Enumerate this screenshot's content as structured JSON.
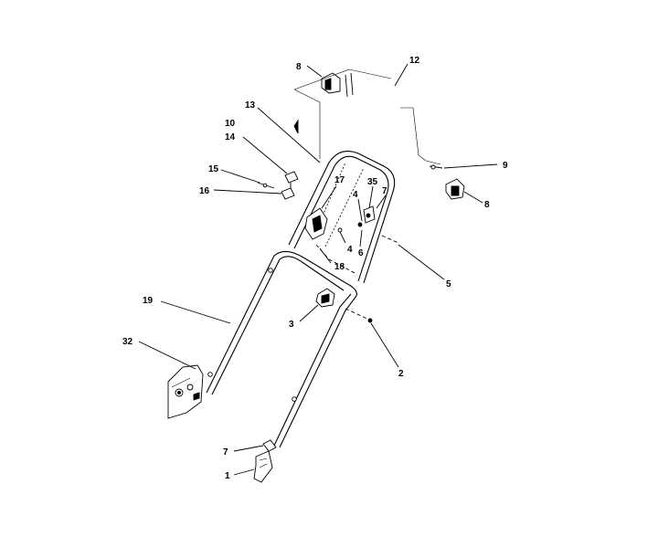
{
  "callouts": [
    {
      "id": "c8a",
      "text": "8"
    },
    {
      "id": "c12",
      "text": "12"
    },
    {
      "id": "c13",
      "text": "13"
    },
    {
      "id": "c10",
      "text": "10"
    },
    {
      "id": "c14",
      "text": "14"
    },
    {
      "id": "c15",
      "text": "15"
    },
    {
      "id": "c16",
      "text": "16"
    },
    {
      "id": "c17",
      "text": "17"
    },
    {
      "id": "c4",
      "text": "4"
    },
    {
      "id": "c35",
      "text": "35"
    },
    {
      "id": "c7a",
      "text": "7"
    },
    {
      "id": "c9",
      "text": "9"
    },
    {
      "id": "c8b",
      "text": "8"
    },
    {
      "id": "c4b",
      "text": "4"
    },
    {
      "id": "c6",
      "text": "6"
    },
    {
      "id": "c18",
      "text": "18"
    },
    {
      "id": "c5",
      "text": "5"
    },
    {
      "id": "c19",
      "text": "19"
    },
    {
      "id": "c3",
      "text": "3"
    },
    {
      "id": "c2",
      "text": "2"
    },
    {
      "id": "c32",
      "text": "32"
    },
    {
      "id": "c7b",
      "text": "7"
    },
    {
      "id": "c1",
      "text": "1"
    }
  ]
}
